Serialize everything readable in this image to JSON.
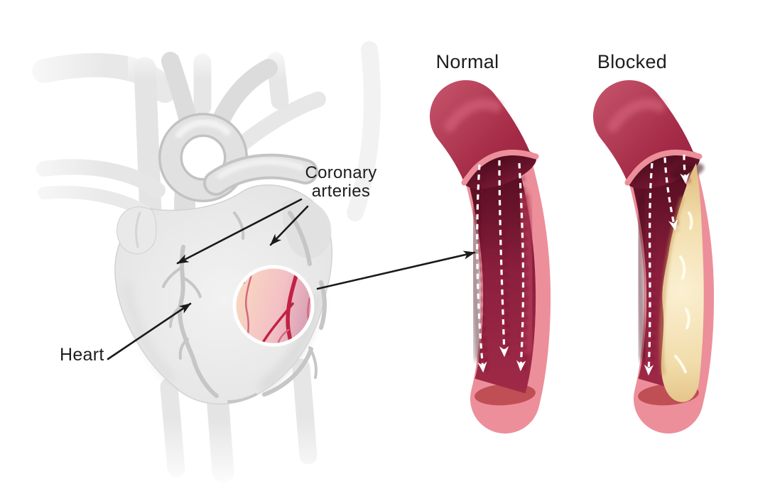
{
  "labels": {
    "coronary": {
      "line1": "Coronary",
      "line2": "arteries"
    },
    "heart": "Heart",
    "normal": "Normal",
    "blocked": "Blocked"
  },
  "icons": {
    "flow_arrow": "dashed-white-down-arrow",
    "pointer_arrow": "thin-black-annotation-arrow",
    "magnifier": "zoom-inset-circle"
  },
  "colors": {
    "background": "#ffffff",
    "annotation": "#1a1a1a",
    "label_text": "#1d1d1d",
    "artery_wall_light": "#c14f66",
    "artery_wall": "#a62c48",
    "artery_wall_dark": "#8c1d38",
    "cut_rim_pink": "#ec8f9a",
    "lumen_deepest": "#470a1b",
    "lumen_top": "#570e22",
    "lumen_mid": "#8c1f3e",
    "lumen_bottom": "#a02a48",
    "lumen_floor": "#c04e55",
    "plaque_light": "#fbf0d2",
    "plaque_mid": "#f1dcaa",
    "plaque_edge": "#e0bd7f",
    "flow_arrow": "#ffffff",
    "inset_peach": "#f8d8bf",
    "inset_pink": "#f4c1c6",
    "inset_mauve": "#d49cb2",
    "inset_artery_red": "#c12243",
    "heart_gray_light": "#f2f2f2",
    "heart_gray_mid": "#e2e2e2",
    "heart_gray_outline": "#c6c6c6"
  }
}
